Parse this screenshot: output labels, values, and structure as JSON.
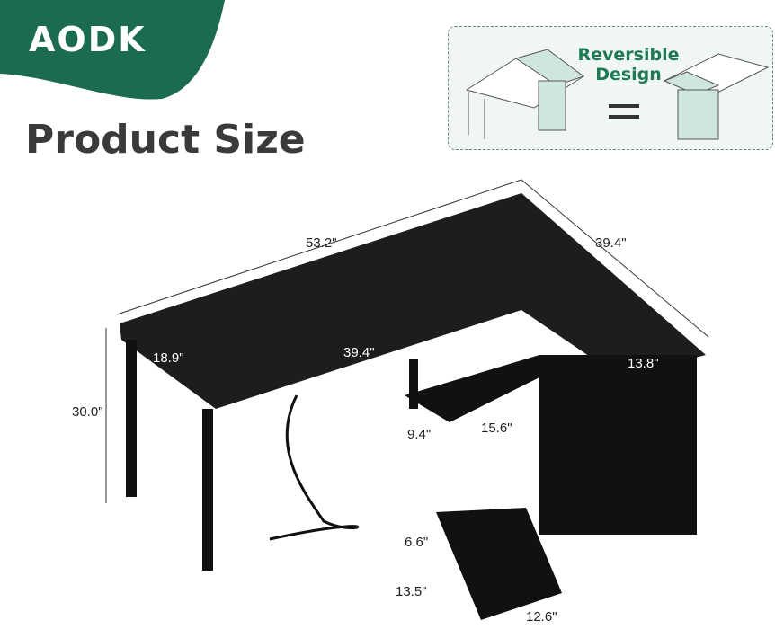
{
  "brand": {
    "name": "AODK",
    "color": "#1b6b52"
  },
  "header": {
    "title": "Product Size"
  },
  "reversible": {
    "label_line1": "Reversible",
    "label_line2": "Design",
    "accent": "#1e7a55"
  },
  "dimensions": {
    "top_length": "53.2\"",
    "right_length": "39.4\"",
    "depth_left": "18.9\"",
    "inner_length": "39.4\"",
    "cabinet_depth": "13.8\"",
    "height": "30.0\"",
    "shelf_height": "9.4\"",
    "shelf_width": "15.6\"",
    "drawer_height": "6.6\"",
    "drawer_depth": "13.5\"",
    "drawer_width": "12.6\""
  }
}
